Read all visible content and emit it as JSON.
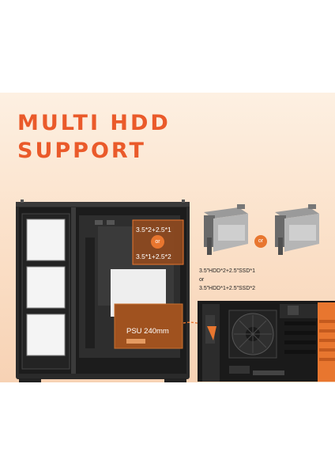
{
  "headline": {
    "line1": "MULTI HDD",
    "line2": "SUPPORT"
  },
  "drive_options": {
    "box_option_a": "3.5*2+2.5*1",
    "box_option_b": "3.5*1+2.5*2",
    "or_word": "or",
    "caption_a": "3.5”HDD*2+2.5”SSD*1",
    "caption_or": "or",
    "caption_b": "3.5”HDD*1+2.5”SSD*2"
  },
  "psu_label": "PSU 240mm",
  "colors": {
    "accent": "#ea5a2a",
    "case_body": "#2a2a2a",
    "psu_box": "#a0521f",
    "background_band": "#fbe2cb"
  }
}
